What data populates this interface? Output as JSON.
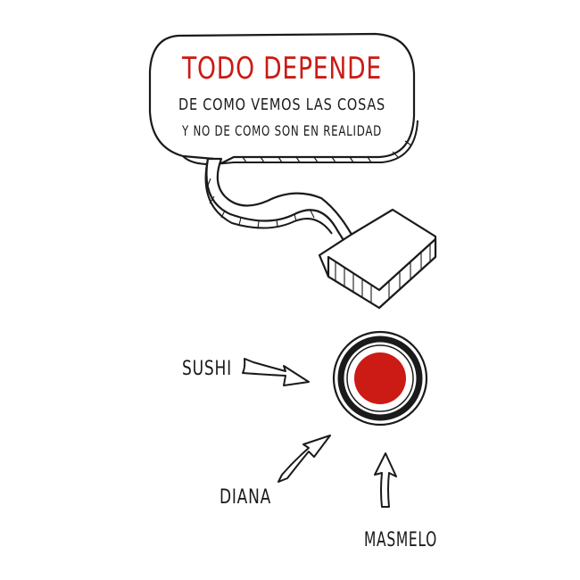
{
  "bubble": {
    "headline": "TODO DEPENDE",
    "line1": "DE COMO VEMOS LAS COSAS",
    "line2": "Y NO DE COMO SON EN REALIDAD"
  },
  "labels": {
    "sushi": "SUSHI",
    "diana": "DIANA",
    "masmelo": "MASMELO"
  },
  "colors": {
    "accent": "#cc1a14",
    "ink": "#1a1a1a",
    "background": "#ffffff"
  }
}
